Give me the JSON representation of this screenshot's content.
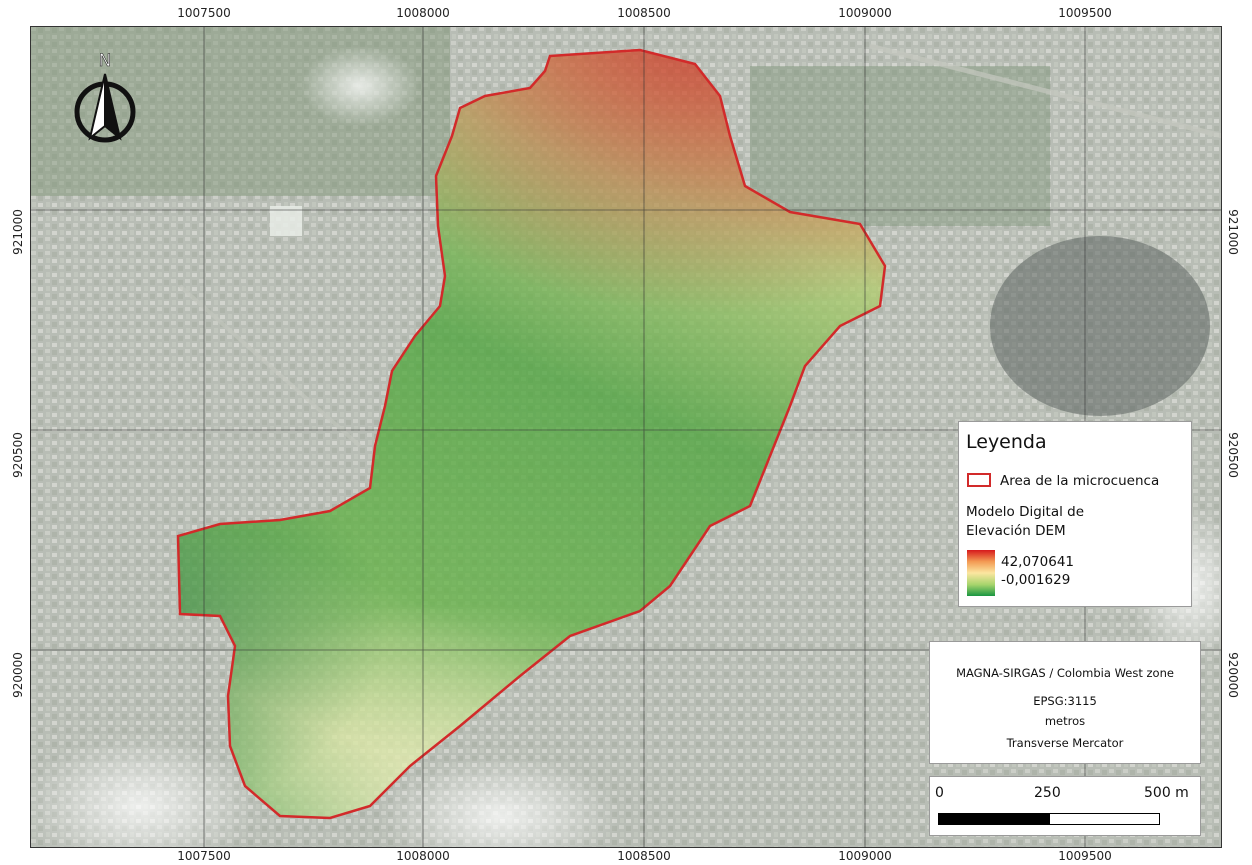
{
  "grid_labels": {
    "x": [
      "1007500",
      "1008000",
      "1008500",
      "1009000",
      "1009500"
    ],
    "y": [
      "921000",
      "920500",
      "920000"
    ]
  },
  "north_arrow": {
    "label": "N",
    "icon": "north-arrow-icon"
  },
  "legend": {
    "title": "Leyenda",
    "area_label": "Area de la microcuenca",
    "dem_title_line1": "Modelo Digital de",
    "dem_title_line2": "Elevación DEM",
    "dem_max": "42,070641",
    "dem_min": "-0,001629",
    "colors": {
      "area_outline": "#d22a2a",
      "dem_high": "#d7191c",
      "dem_mid": "#fbe6a0",
      "dem_low": "#1a9641"
    }
  },
  "crs": {
    "name": "MAGNA-SIRGAS / Colombia West zone",
    "epsg": "EPSG:3115",
    "units": "metros",
    "projection": "Transverse Mercator"
  },
  "scale_bar": {
    "labels": [
      "0",
      "250",
      "500 m"
    ]
  }
}
